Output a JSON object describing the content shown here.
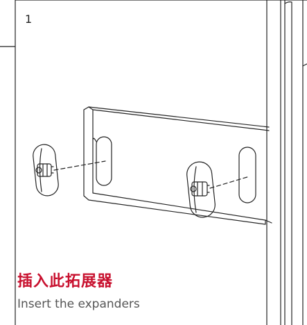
{
  "step": {
    "number": "1"
  },
  "caption": {
    "title_zh": "插入此拓展器",
    "subtitle_en": "Insert the expanders"
  },
  "colors": {
    "line": "#222222",
    "title": "#c8102e",
    "subtitle": "#555555"
  },
  "icons": [
    "expander-plug-icon",
    "bracket-plate-icon"
  ]
}
